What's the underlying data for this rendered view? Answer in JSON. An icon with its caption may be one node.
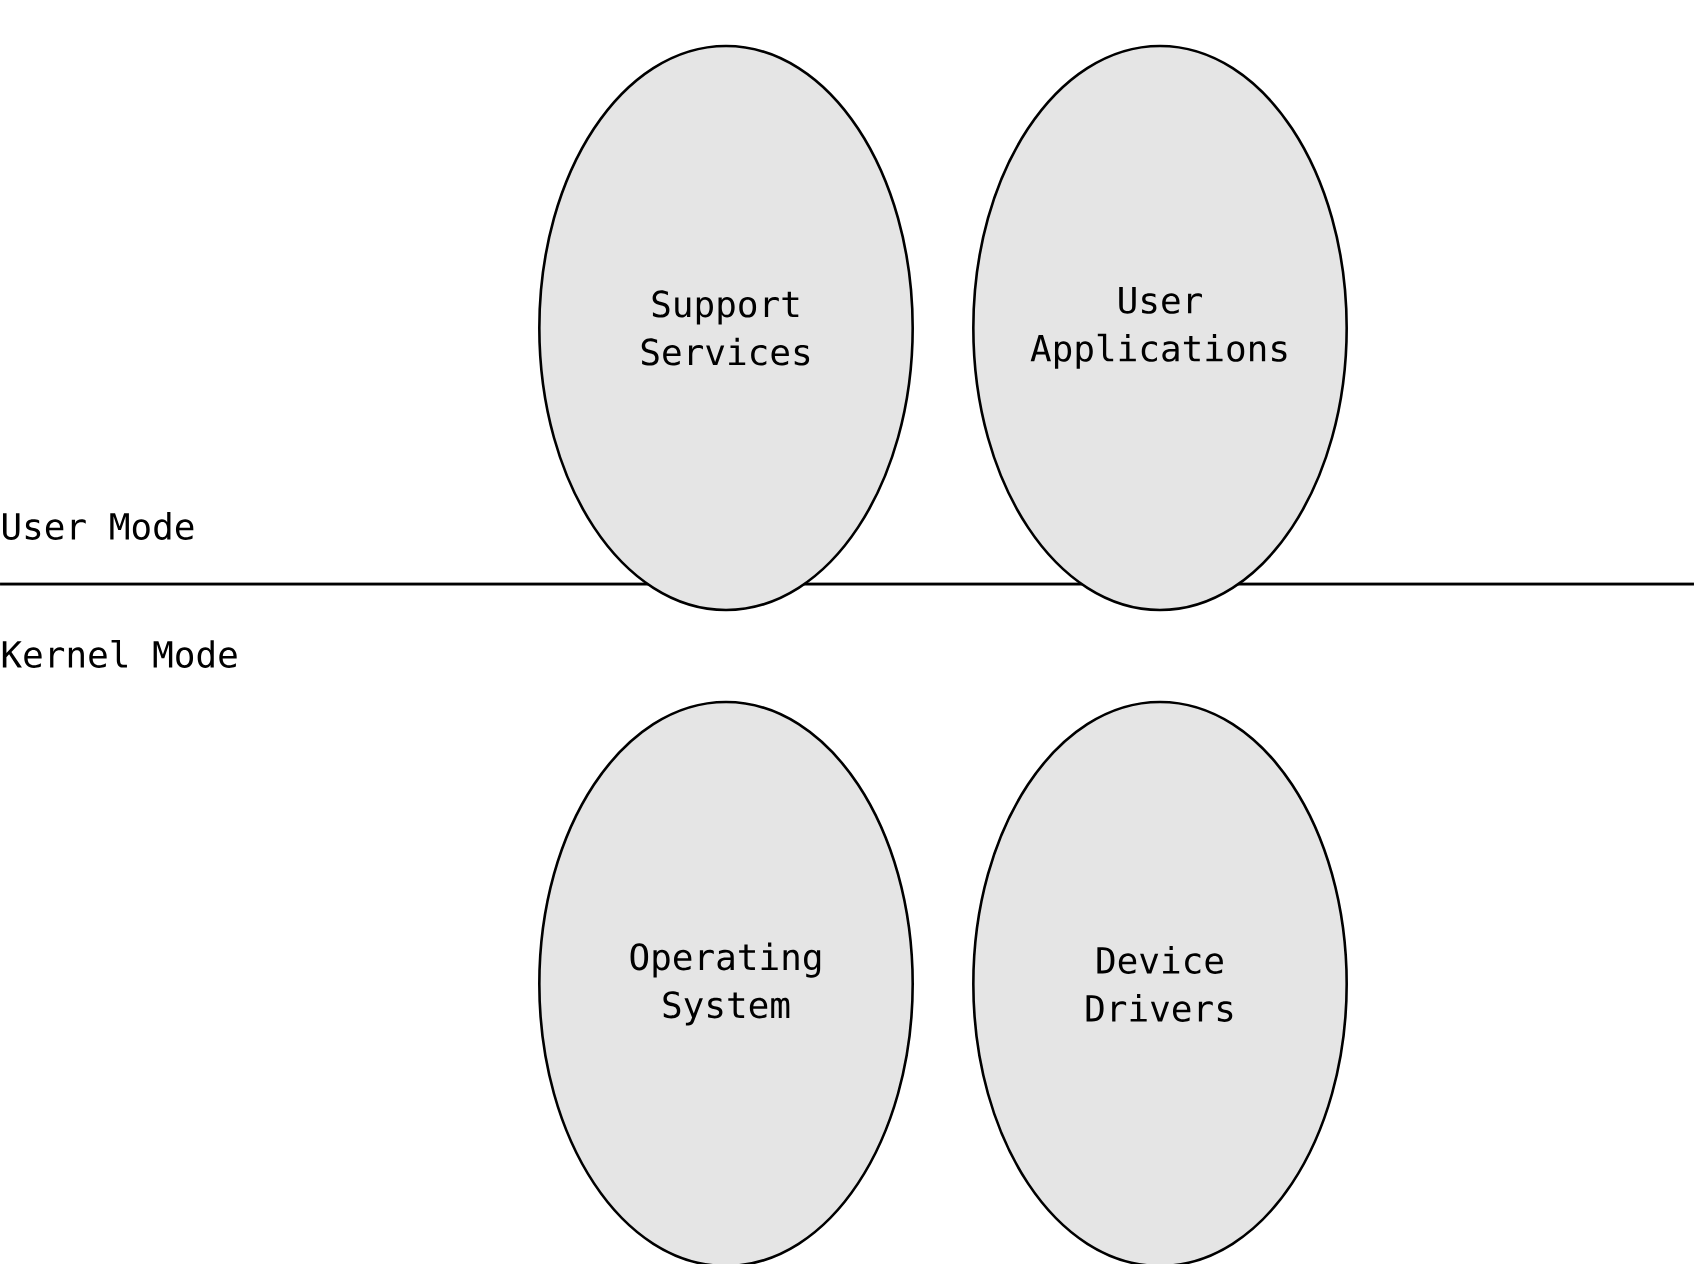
{
  "diagram": {
    "nodes": [
      {
        "text": [
          "Support Services"
        ]
      },
      {
        "text": [
          "User Applications"
        ]
      },
      {
        "text": [
          "Operating System"
        ]
      },
      {
        "text": [
          "Device Drivers"
        ]
      }
    ],
    "edges": [],
    "labels": [
      "User Mode",
      "Kernel Mode"
    ]
  }
}
